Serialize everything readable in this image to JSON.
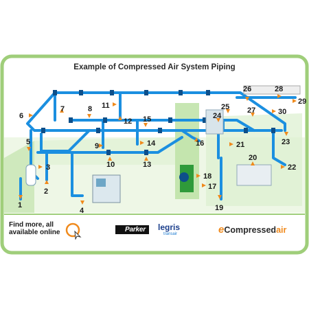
{
  "title": "Example of Compressed Air System Piping",
  "find_more": "Find more, all available online",
  "brands": {
    "parker": "Parker",
    "legris": "legris",
    "legris_sub": "transair",
    "ecompressedair_e": "e",
    "ecompressedair_main": "Compressed",
    "ecompressedair_air": "air"
  },
  "point_labels": [
    "1",
    "2",
    "3",
    "4",
    "5",
    "6",
    "7",
    "8",
    "9",
    "10",
    "11",
    "12",
    "13",
    "14",
    "15",
    "16",
    "17",
    "18",
    "19",
    "20",
    "21",
    "22",
    "23",
    "24",
    "25",
    "26",
    "27",
    "28",
    "29",
    "30"
  ],
  "colors": {
    "frame": "#9fce7a",
    "pipe": "#1b8fe0",
    "pipe_dark": "#0d4f8a",
    "marker": "#f08a1c",
    "wall": "#b9e0a0",
    "floor": "#e8f5dc"
  }
}
